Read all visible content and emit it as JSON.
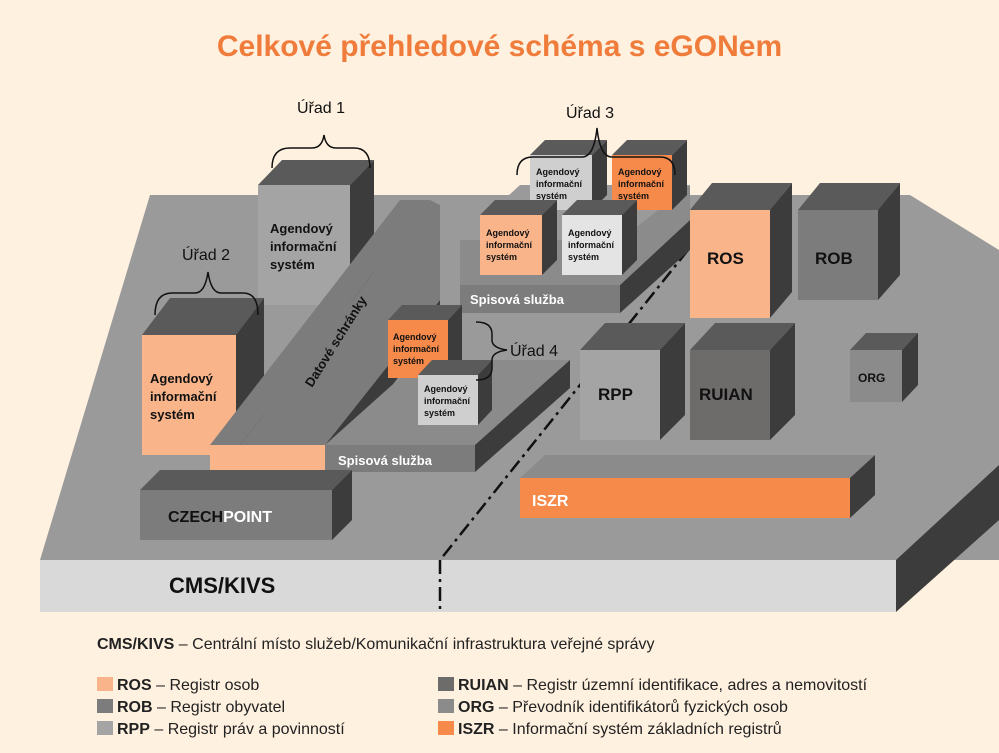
{
  "title": "Celkové přehledové schéma s eGONem",
  "offices": {
    "u1": "Úřad 1",
    "u2": "Úřad 2",
    "u3": "Úřad 3",
    "u4": "Úřad 4"
  },
  "blocks": {
    "agenda_line1": "Agendový",
    "agenda_line2": "informační",
    "agenda_line3": "systém",
    "datove_schranky": "Datové schránky",
    "spisova_sluzba": "Spisová služba",
    "czech": "CZECH",
    "point": "POINT",
    "ros": "ROS",
    "rob": "ROB",
    "rpp": "RPP",
    "ruian": "RUIAN",
    "org": "ORG",
    "iszr": "ISZR",
    "cms_kivs": "CMS/KIVS"
  },
  "legend": {
    "cms": {
      "abbr": "CMS/KIVS",
      "text": " – Centrální místo služeb/Komunikační infrastruktura veřejné správy"
    },
    "left": [
      {
        "abbr": "ROS",
        "text": " – Registr osob",
        "color": "#f9b48a"
      },
      {
        "abbr": "ROB",
        "text": " – Registr obyvatel",
        "color": "#7d7c7c"
      },
      {
        "abbr": "RPP",
        "text": " – Registr práv a povinností",
        "color": "#a5a4a4"
      }
    ],
    "right": [
      {
        "abbr": "RUIAN",
        "text": " – Registr územní identifikace, adres a nemovitostí",
        "color": "#6e6b6b"
      },
      {
        "abbr": "ORG",
        "text": " – Převodník identifikátorů fyzických osob",
        "color": "#8c8b8b"
      },
      {
        "abbr": "ISZR",
        "text": " – Informační systém základních registrů",
        "color": "#f58a4a"
      }
    ]
  },
  "colors": {
    "accent": "#f07c3c",
    "background": "#fff1e0",
    "platform_top": "#9a9a9a",
    "platform_front": "#d9d9d9",
    "dark_side": "#3c3c3c",
    "orange": "#f58a4a",
    "peach": "#f9b48a"
  }
}
